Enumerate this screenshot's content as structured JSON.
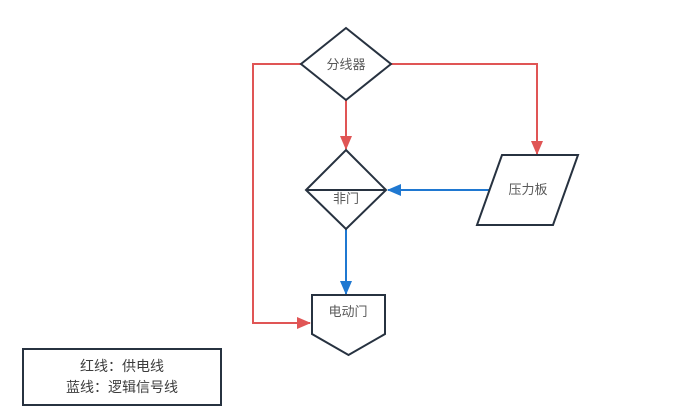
{
  "diagram": {
    "nodes": [
      {
        "id": "splitter",
        "label": "分线器",
        "shape": "diamond"
      },
      {
        "id": "not-gate",
        "label": "非门",
        "shape": "diamond-divided"
      },
      {
        "id": "pressure-plate",
        "label": "压力板",
        "shape": "parallelogram"
      },
      {
        "id": "electric-door",
        "label": "电动门",
        "shape": "pentagon-down"
      }
    ],
    "edges": [
      {
        "from": "splitter",
        "to": "electric-door",
        "type": "power"
      },
      {
        "from": "splitter",
        "to": "not-gate",
        "type": "power"
      },
      {
        "from": "splitter",
        "to": "pressure-plate",
        "type": "power"
      },
      {
        "from": "pressure-plate",
        "to": "not-gate",
        "type": "logic"
      },
      {
        "from": "not-gate",
        "to": "electric-door",
        "type": "logic"
      }
    ]
  },
  "legend": {
    "lines": [
      "红线：供电线",
      "蓝线：逻辑信号线"
    ]
  },
  "colors": {
    "power_line": "#e05555",
    "logic_line": "#1f78d1",
    "shape_stroke": "#273240"
  }
}
